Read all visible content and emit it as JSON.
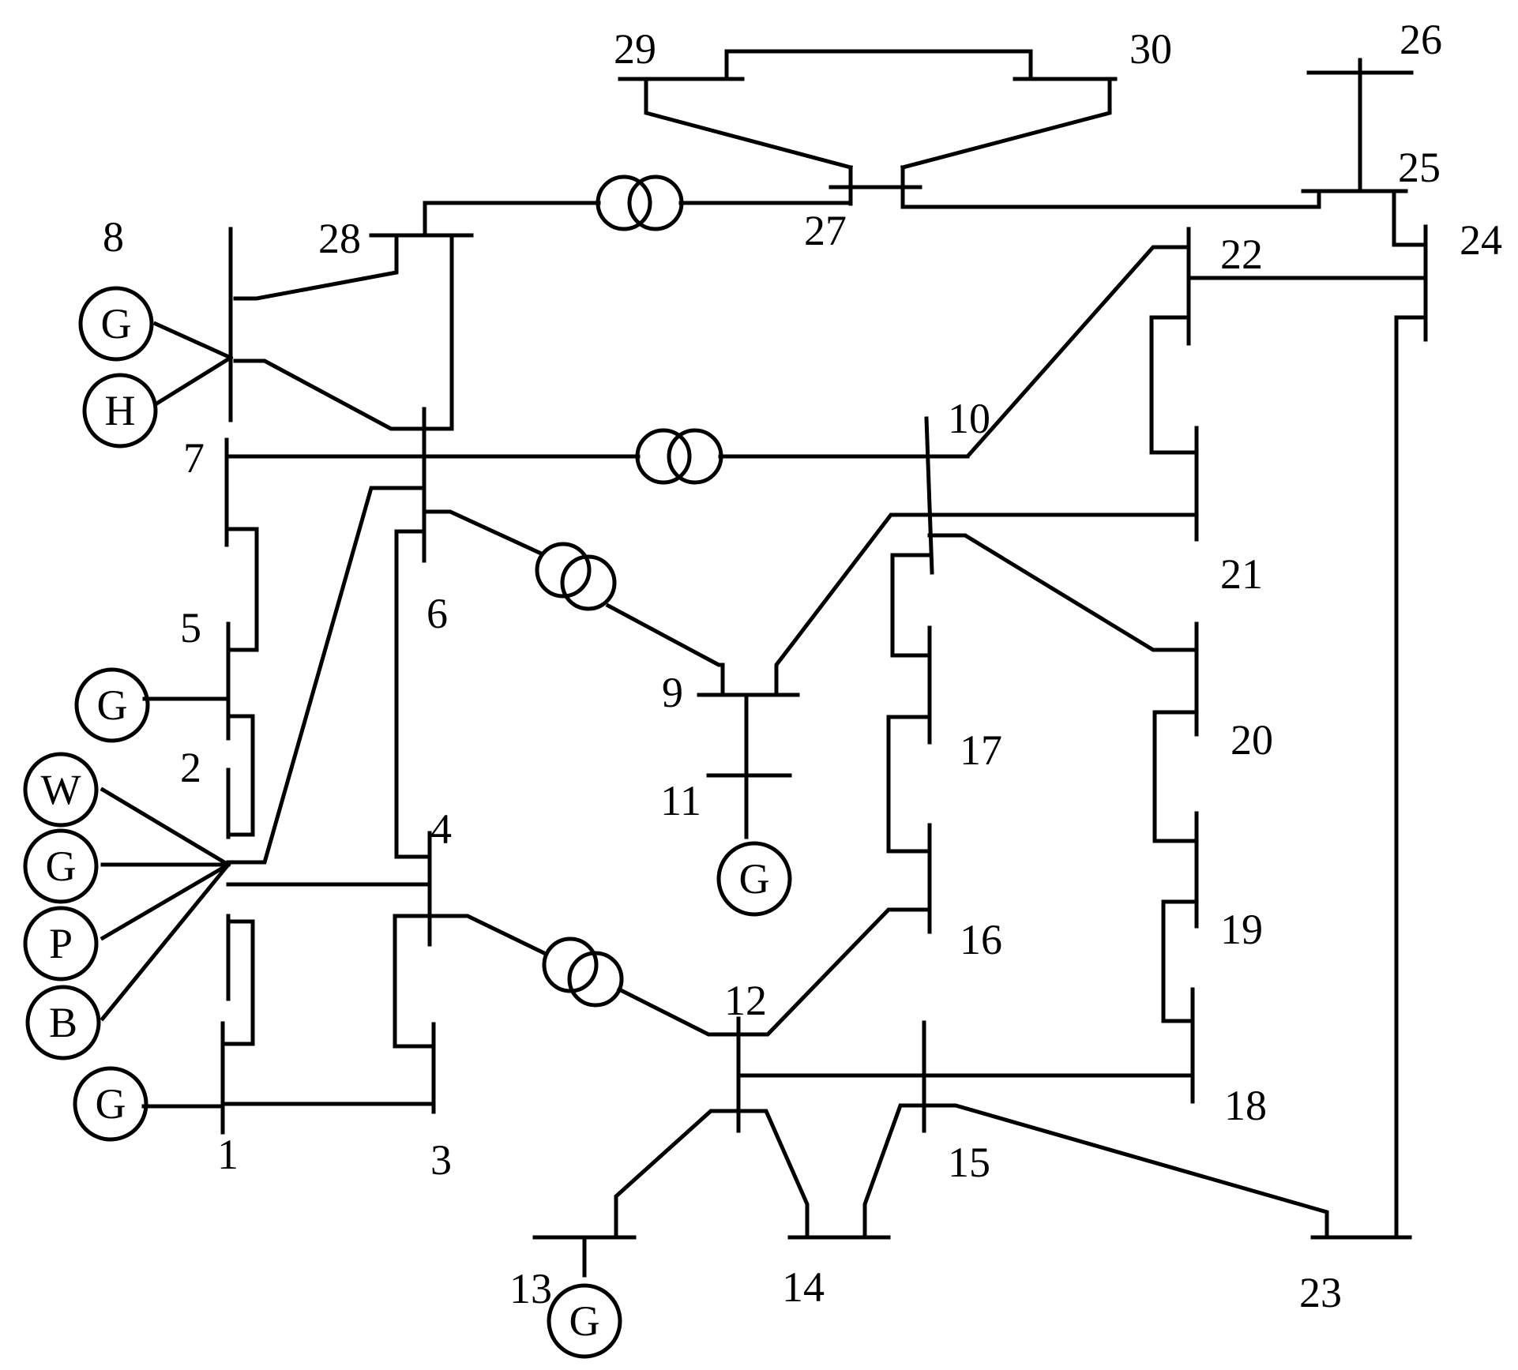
{
  "buses": [
    "1",
    "2",
    "3",
    "4",
    "5",
    "6",
    "7",
    "8",
    "9",
    "10",
    "11",
    "12",
    "13",
    "14",
    "15",
    "16",
    "17",
    "18",
    "19",
    "20",
    "21",
    "22",
    "23",
    "24",
    "25",
    "26",
    "27",
    "28",
    "29",
    "30"
  ],
  "sources": {
    "generator": "G",
    "hydro": "H",
    "wind": "W",
    "pv": "P",
    "battery": "B"
  },
  "colors": {
    "line": "#000000",
    "background": "#ffffff"
  }
}
